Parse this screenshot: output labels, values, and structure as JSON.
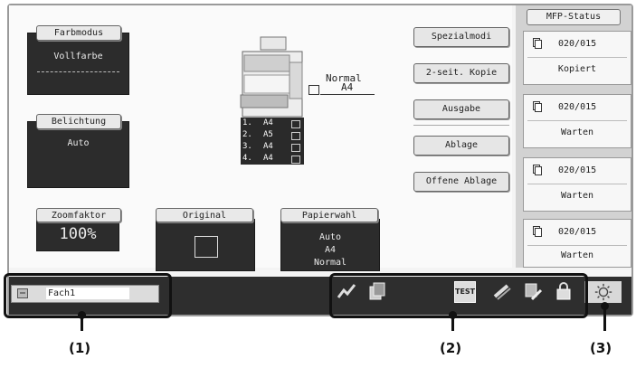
{
  "left_cards": {
    "color_mode": {
      "label": "Farbmodus",
      "value": "Vollfarbe"
    },
    "exposure": {
      "label": "Belichtung",
      "value": "Auto"
    },
    "zoom": {
      "label": "Zoomfaktor",
      "value": "100%"
    },
    "original": {
      "label": "Original"
    },
    "paper": {
      "label": "Papierwahl",
      "line1": "Auto",
      "line2": "A4",
      "line3": "Normal"
    }
  },
  "machine": {
    "paper_type": "Normal",
    "paper_size": "A4",
    "trays": [
      {
        "num": "1.",
        "size": "A4"
      },
      {
        "num": "2.",
        "size": "A5"
      },
      {
        "num": "3.",
        "size": "A4"
      },
      {
        "num": "4.",
        "size": "A4"
      }
    ]
  },
  "right_buttons": {
    "special_modes": "Spezialmodi",
    "duplex_copy": "2-seit. Kopie",
    "output": "Ausgabe",
    "file": "Ablage",
    "quick_file": "Offene Ablage"
  },
  "status": {
    "title": "MFP-Status",
    "jobs": [
      {
        "count": "020/015",
        "state": "Kopiert"
      },
      {
        "count": "020/015",
        "state": "Warten"
      },
      {
        "count": "020/015",
        "state": "Warten"
      },
      {
        "count": "020/015",
        "state": "Warten"
      }
    ]
  },
  "bottom": {
    "tray_field": "Fach1",
    "icons": [
      "color-adjust-icon",
      "document-stack-icon",
      "test-icon",
      "staple-icon",
      "job-build-icon",
      "lock-icon"
    ],
    "test_label": "TEST",
    "settings_icon": "sun-gear-icon"
  },
  "callouts": [
    "(1)",
    "(2)",
    "(3)"
  ]
}
